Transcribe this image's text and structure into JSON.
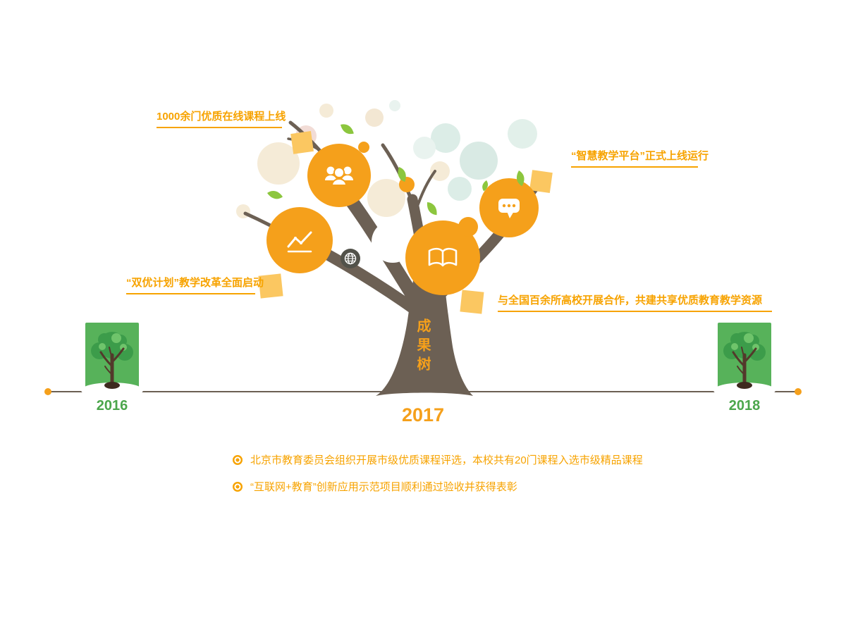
{
  "colors": {
    "accent_orange": "#F7A300",
    "circle_orange": "#F5A01B",
    "trunk_brown": "#6C6054",
    "year_green": "#4CA64C",
    "note_square": "#FBC761",
    "leaf_green": "#8CC63E"
  },
  "tree": {
    "label": "成果树"
  },
  "branch_labels": {
    "top_left": "1000余门优质在线课程上线",
    "top_right": "“智慧教学平台”正式上线运行",
    "mid_left": "“双优计划”教学改革全面启动",
    "mid_right": "与全国百余所高校开展合作，共建共享优质教育教学资源"
  },
  "timeline": {
    "years": [
      {
        "label": "2016"
      },
      {
        "label": "2017"
      },
      {
        "label": "2018"
      }
    ]
  },
  "bullets": [
    {
      "text": "北京市教育委员会组织开展市级优质课程评选，本校共有20门课程入选市级精品课程"
    },
    {
      "text": "“互联网+教育”创新应用示范项目顺利通过验收并获得表彰"
    }
  ],
  "icons": {
    "branch_circles": [
      "people-icon",
      "line-chart-icon",
      "book-icon",
      "chat-icon",
      "globe-icon"
    ],
    "timeline_marker": "orange-dot-icon",
    "bullet_marker": "target-dot-icon"
  }
}
